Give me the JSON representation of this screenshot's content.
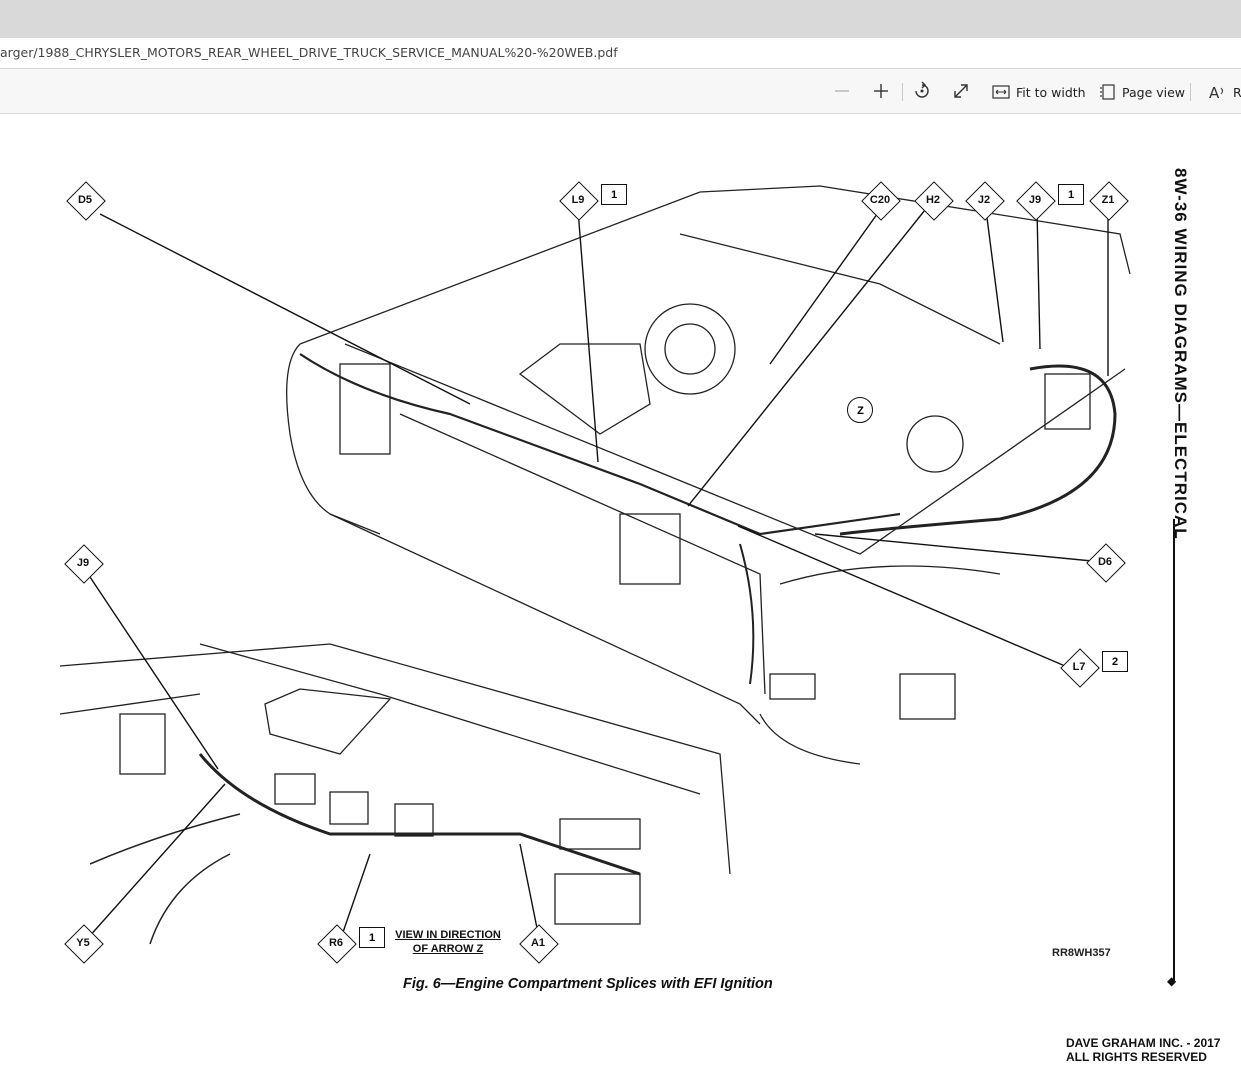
{
  "browser": {
    "url": "arger/1988_CHRYSLER_MOTORS_REAR_WHEEL_DRIVE_TRUCK_SERVICE_MANUAL%20-%20WEB.pdf"
  },
  "toolbar": {
    "zoom_out_icon": "minus-icon",
    "zoom_in_icon": "plus-icon",
    "rotate_icon": "rotate-icon",
    "fullscreen_icon": "expand-icon",
    "fit_to_width_label": "Fit to width",
    "page_view_label": "Page view",
    "read_aloud_label": "R"
  },
  "document": {
    "section_title": "8W-36   WIRING DIAGRAMS—ELECTRICAL",
    "callouts": {
      "d5": "D5",
      "l9": "L9",
      "l9_num": "1",
      "c20": "C20",
      "h2": "H2",
      "j2": "J2",
      "j9_top": "J9",
      "j9_top_num": "1",
      "z1": "Z1",
      "d6": "D6",
      "l7": "L7",
      "l7_num": "2",
      "j9_left": "J9",
      "y5": "Y5",
      "r6": "R6",
      "r6_num": "1",
      "a1": "A1",
      "arrow_z": "Z"
    },
    "view_note_line1": "VIEW IN DIRECTION",
    "view_note_line2": "OF ARROW Z",
    "figure_ref": "RR8WH357",
    "caption": "Fig. 6—Engine Compartment Splices with EFI Ignition",
    "copyright_line1": "DAVE GRAHAM INC. - 2017",
    "copyright_line2": "ALL RIGHTS RESERVED"
  }
}
